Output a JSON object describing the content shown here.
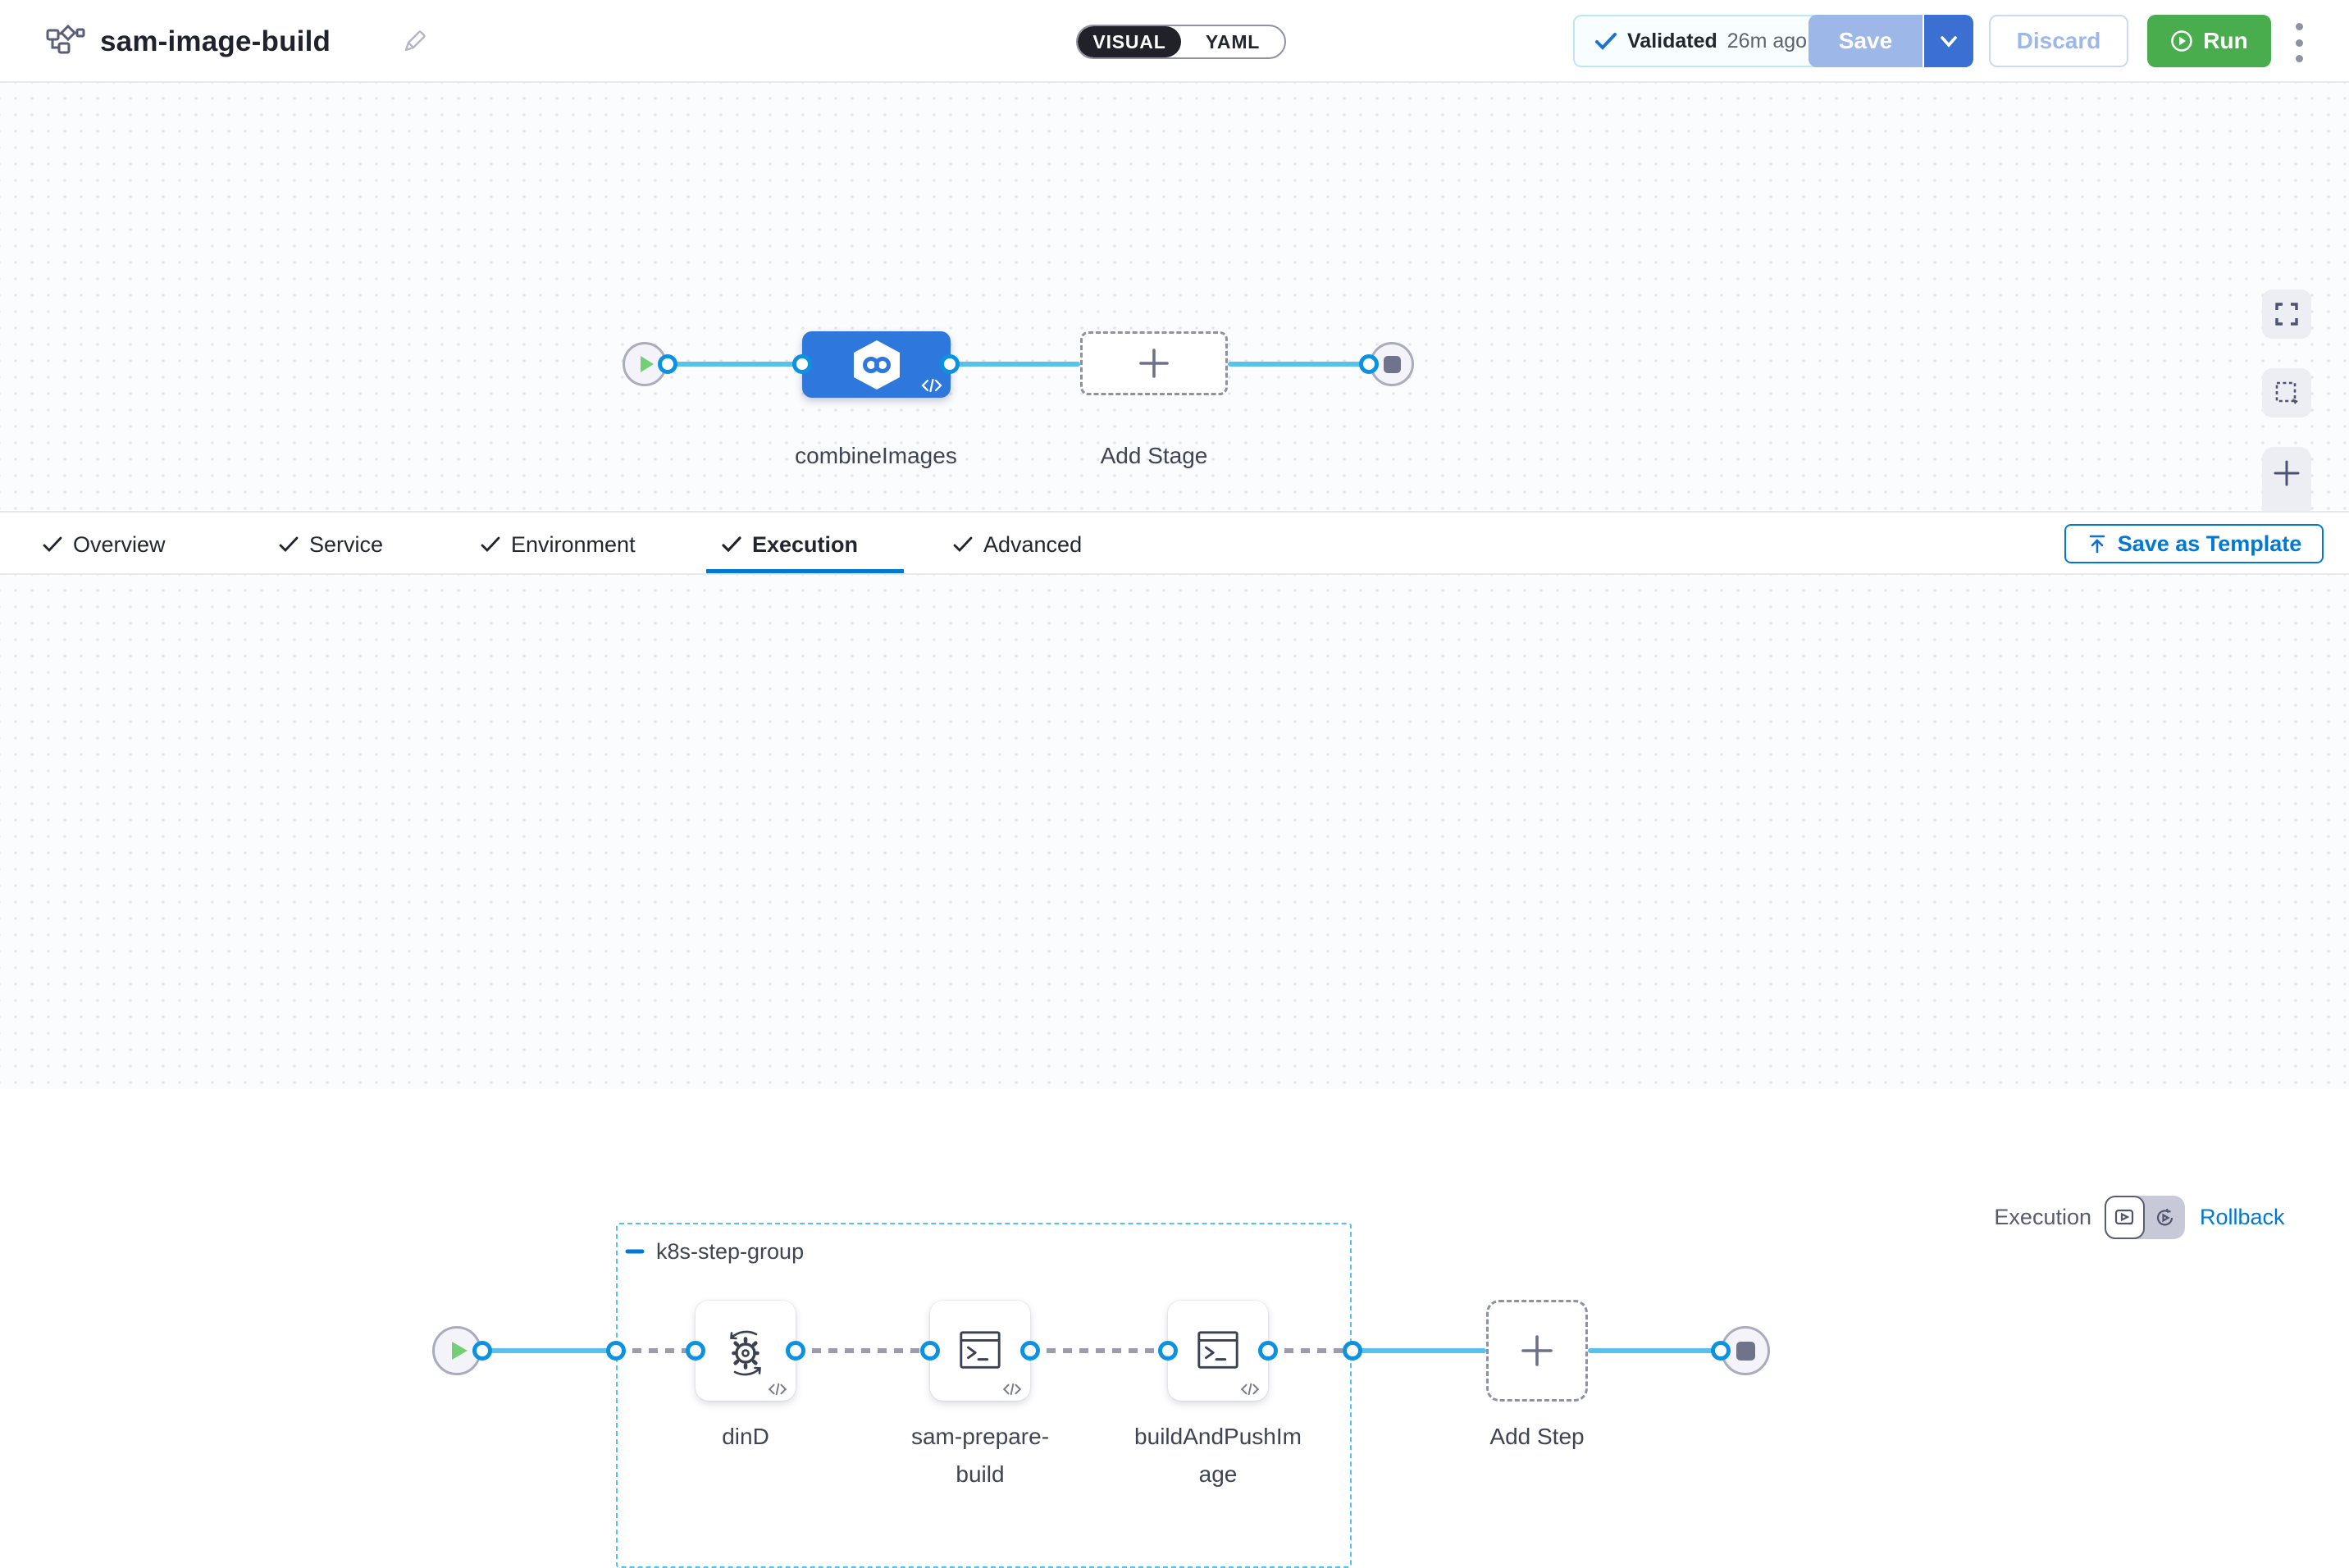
{
  "header": {
    "title": "sam-image-build",
    "toggle": {
      "visual": "VISUAL",
      "yaml": "YAML",
      "selected": "VISUAL"
    },
    "validated_label": "Validated",
    "validated_time": "26m ago",
    "save_label": "Save",
    "discard_label": "Discard",
    "run_label": "Run"
  },
  "stage_canvas": {
    "stage_name": "combineImages",
    "add_stage_label": "Add Stage"
  },
  "tabs": {
    "items": [
      "Overview",
      "Service",
      "Environment",
      "Execution",
      "Advanced"
    ],
    "active": "Execution",
    "save_as_template_label": "Save as Template"
  },
  "execution_panel": {
    "mode_label": "Execution",
    "rollback_label": "Rollback",
    "group_label": "k8s-step-group",
    "steps": [
      {
        "label": "dinD",
        "icon": "gear-sync-icon"
      },
      {
        "label": "sam-prepare-build",
        "icon": "terminal-icon"
      },
      {
        "label": "buildAndPushImage",
        "icon": "terminal-icon"
      }
    ],
    "add_step_label": "Add Step"
  },
  "colors": {
    "primary_blue": "#0278d5",
    "stage_card_blue": "#2e77dc",
    "connector_blue": "#58c1ec",
    "port_blue": "#0b92e1",
    "group_border_blue": "#53c3ee",
    "run_green": "#4aad4d",
    "save_disabled_blue": "#9cb7e8",
    "save_caret_blue": "#3b6fd1",
    "validated_border": "#bfe6f7",
    "start_node_green": "#72cf75"
  }
}
